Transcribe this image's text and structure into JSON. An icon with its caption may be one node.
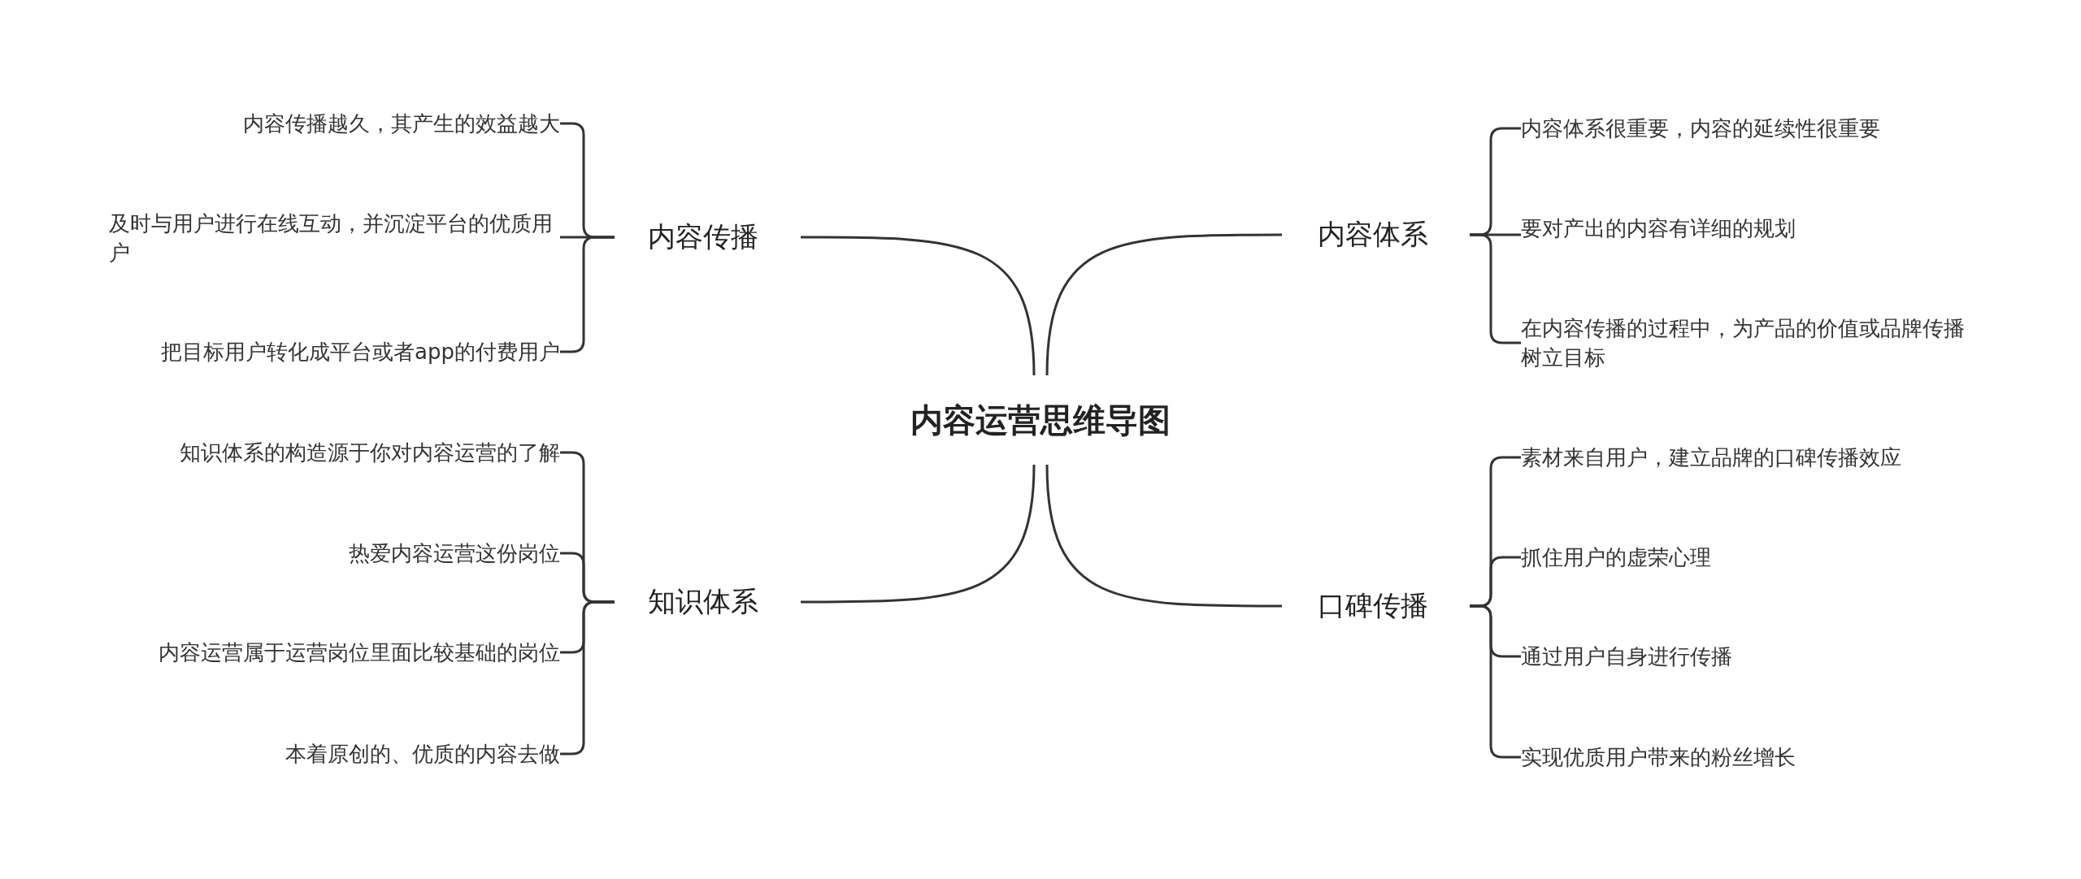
{
  "diagram": {
    "nodes": [
      {
        "text": [
          "内容运营思维导图"
        ]
      },
      {
        "text": [
          "内容传播"
        ]
      },
      {
        "text": [
          "内容传播越久，其产生的效益越大"
        ]
      },
      {
        "text": [
          "及时与用户进行在线互动，并沉淀平台的优质用户"
        ]
      },
      {
        "text": [
          "把目标用户转化成平台或者app的付费用户"
        ]
      },
      {
        "text": [
          "知识体系"
        ]
      },
      {
        "text": [
          "知识体系的构造源于你对内容运营的了解"
        ]
      },
      {
        "text": [
          "热爱内容运营这份岗位"
        ]
      },
      {
        "text": [
          "内容运营属于运营岗位里面比较基础的岗位"
        ]
      },
      {
        "text": [
          "本着原创的、优质的内容去做"
        ]
      },
      {
        "text": [
          "内容体系"
        ]
      },
      {
        "text": [
          "内容体系很重要，内容的延续性很重要"
        ]
      },
      {
        "text": [
          "要对产出的内容有详细的规划"
        ]
      },
      {
        "text": [
          "在内容传播的过程中，为产品的价值或品牌传播树立目标"
        ]
      },
      {
        "text": [
          "口碑传播"
        ]
      },
      {
        "text": [
          "素材来自用户，建立品牌的口碑传播效应"
        ]
      },
      {
        "text": [
          "抓住用户的虚荣心理"
        ]
      },
      {
        "text": [
          "通过用户自身进行传播"
        ]
      },
      {
        "text": [
          "实现优质用户带来的粉丝增长"
        ]
      }
    ],
    "edges": [
      {
        "from": 0,
        "to": 1,
        "arrow": "none"
      },
      {
        "from": 0,
        "to": 5,
        "arrow": "none"
      },
      {
        "from": 0,
        "to": 10,
        "arrow": "none"
      },
      {
        "from": 0,
        "to": 14,
        "arrow": "none"
      },
      {
        "from": 1,
        "to": 2,
        "arrow": "none"
      },
      {
        "from": 1,
        "to": 3,
        "arrow": "none"
      },
      {
        "from": 1,
        "to": 4,
        "arrow": "none"
      },
      {
        "from": 5,
        "to": 6,
        "arrow": "none"
      },
      {
        "from": 5,
        "to": 7,
        "arrow": "none"
      },
      {
        "from": 5,
        "to": 8,
        "arrow": "none"
      },
      {
        "from": 5,
        "to": 9,
        "arrow": "none"
      },
      {
        "from": 10,
        "to": 11,
        "arrow": "none"
      },
      {
        "from": 10,
        "to": 12,
        "arrow": "none"
      },
      {
        "from": 10,
        "to": 13,
        "arrow": "none"
      },
      {
        "from": 14,
        "to": 15,
        "arrow": "none"
      },
      {
        "from": 14,
        "to": 16,
        "arrow": "none"
      },
      {
        "from": 14,
        "to": 17,
        "arrow": "none"
      },
      {
        "from": 14,
        "to": 18,
        "arrow": "none"
      }
    ]
  }
}
